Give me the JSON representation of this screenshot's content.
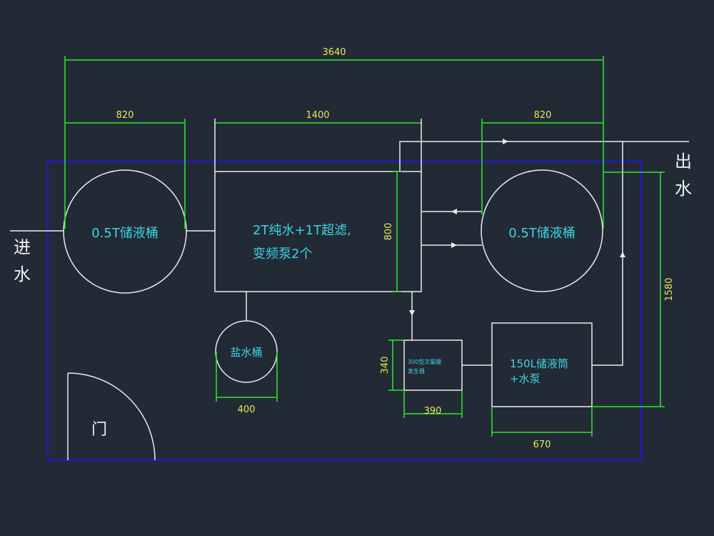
{
  "colors": {
    "background": "#222a35",
    "equipment_line": "#ececec",
    "dimension_line": "#2ee82e",
    "dimension_text": "#e8e85a",
    "label_text": "#3fd2e0",
    "room_boundary": "#1a1ad6"
  },
  "dimensions": {
    "overall_width": "3640",
    "tank_left_width": "820",
    "filter_width": "1400",
    "tank_right_width": "820",
    "filter_height": "800",
    "room_depth_right": "1580",
    "brine_tank_width": "400",
    "ozone_generator_width": "390",
    "ozone_generator_height": "340",
    "small_tank_width": "670"
  },
  "labels": {
    "tank_left": "0.5T储液桶",
    "tank_right": "0.5T储液桶",
    "filter_line1": "2T纯水+1T超滤,",
    "filter_line2": "变频泵2个",
    "brine_tank": "盐水桶",
    "ozone_line1": "300型次氯酸",
    "ozone_line2": "发生器",
    "small_tank_line1": "150L储液筒",
    "small_tank_line2": "+水泵",
    "door": "门"
  },
  "io": {
    "inlet_1": "进",
    "inlet_2": "水",
    "outlet_1": "出",
    "outlet_2": "水"
  }
}
